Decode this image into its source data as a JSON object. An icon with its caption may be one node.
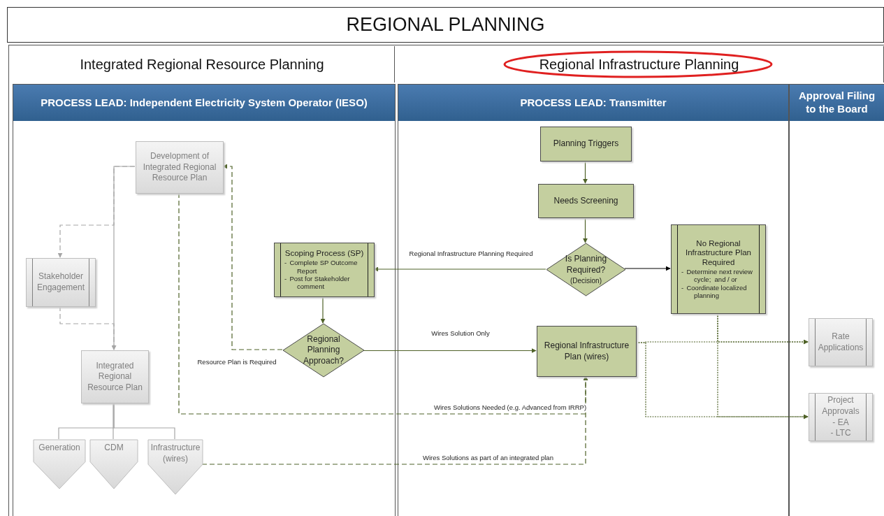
{
  "diagram": {
    "title": "REGIONAL PLANNING",
    "nodes": [
      {
        "text": [
          "Integrated Regional Resource Planning"
        ]
      },
      {
        "text": [
          "Regional Infrastructure Planning"
        ]
      },
      {
        "text": [
          "PROCESS LEAD:  Independent Electricity System Operator (IESO)"
        ]
      },
      {
        "text": [
          "PROCESS LEAD:  Transmitter"
        ]
      },
      {
        "text": [
          "Approval Filing to the Board"
        ]
      },
      {
        "text": [
          "Development of Integrated Regional Resource Plan"
        ],
        "in": 2
      },
      {
        "text": [
          "Stakeholder Engagement"
        ],
        "in": 2
      },
      {
        "text": [
          "Integrated Regional Resource Plan"
        ],
        "in": 2
      },
      {
        "text": [
          "Generation"
        ],
        "in": 2
      },
      {
        "text": [
          "CDM"
        ],
        "in": 2
      },
      {
        "text": [
          "Infrastructure (wires)"
        ],
        "in": 2
      },
      {
        "text": [
          "Scoping Process (SP)",
          "- Complete SP Outcome Report",
          "- Post for Stakeholder comment"
        ],
        "in": 2
      },
      {
        "text": [
          "Regional Planning Approach?"
        ],
        "in": 2
      },
      {
        "text": [
          "Planning Triggers"
        ],
        "in": 3
      },
      {
        "text": [
          "Needs Screening"
        ],
        "in": 3
      },
      {
        "text": [
          "Is Planning Required?",
          "(Decision)"
        ],
        "in": 3
      },
      {
        "text": [
          "No Regional Infrastructure Plan Required",
          "- Determine next review cycle;  and / or",
          "- Coordinate localized planning"
        ],
        "in": 3
      },
      {
        "text": [
          "Regional Infrastructure Plan (wires)"
        ],
        "in": 3
      },
      {
        "text": [
          "Rate Applications"
        ],
        "in": 4
      },
      {
        "text": [
          "Project Approvals",
          "- EA",
          "-  LTC"
        ],
        "in": 4
      }
    ],
    "edges": [
      {
        "from": 5,
        "to": 7,
        "arrow": "to",
        "color": "#a6a6a6"
      },
      {
        "from": 5,
        "to": 6,
        "arrow": "to",
        "style": "dashed",
        "color": "#a6a6a6"
      },
      {
        "from": 6,
        "to": 7,
        "arrow": "to",
        "style": "dashed",
        "color": "#a6a6a6"
      },
      {
        "from": 7,
        "to": 8,
        "arrow": "none",
        "color": "#a6a6a6"
      },
      {
        "from": 7,
        "to": 9,
        "arrow": "none",
        "color": "#a6a6a6"
      },
      {
        "from": 7,
        "to": 10,
        "arrow": "none",
        "color": "#a6a6a6"
      },
      {
        "from": 13,
        "to": 14,
        "arrow": "to"
      },
      {
        "from": 14,
        "to": 15,
        "arrow": "to"
      },
      {
        "from": 15,
        "to": 11,
        "arrow": "to",
        "label": "Regional Infrastructure  Planning Required"
      },
      {
        "from": 15,
        "to": 16,
        "arrow": "to",
        "color": "#000000"
      },
      {
        "from": 11,
        "to": 12,
        "arrow": "to"
      },
      {
        "from": 12,
        "to": 5,
        "arrow": "to",
        "style": "dashed",
        "label": "Resource Plan is Required"
      },
      {
        "from": 12,
        "to": 17,
        "arrow": "to",
        "label": "Wires Solution Only"
      },
      {
        "from": 5,
        "to": 17,
        "arrow": "to",
        "style": "dashed",
        "label": "Wires Solutions Needed (e.g. Advanced from IRRP)"
      },
      {
        "from": 10,
        "to": 17,
        "arrow": "to",
        "style": "dashed",
        "label": "Wires Solutions as part of an integrated plan"
      },
      {
        "from": 17,
        "to": 18,
        "arrow": "to",
        "style": "dashed"
      },
      {
        "from": 17,
        "to": 19,
        "arrow": "to",
        "style": "dashed"
      },
      {
        "from": 16,
        "to": 18,
        "arrow": "to",
        "style": "dashed"
      },
      {
        "from": 16,
        "to": 19,
        "arrow": "to",
        "style": "dashed"
      }
    ]
  }
}
